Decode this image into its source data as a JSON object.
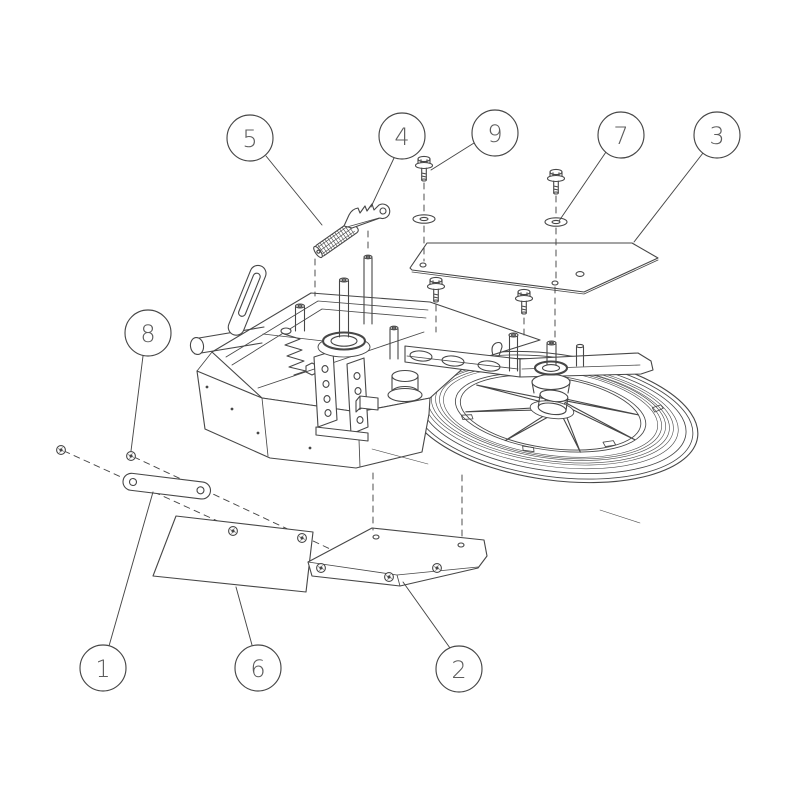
{
  "diagram": {
    "kind": "exploded-parts-diagram",
    "callouts": [
      {
        "number": "1"
      },
      {
        "number": "2"
      },
      {
        "number": "3"
      },
      {
        "number": "4"
      },
      {
        "number": "5"
      },
      {
        "number": "6"
      },
      {
        "number": "7"
      },
      {
        "number": "8"
      },
      {
        "number": "9"
      }
    ]
  },
  "colors": {
    "line": "#474747",
    "background": "#ffffff",
    "balloon_fill": "#ffffff"
  }
}
